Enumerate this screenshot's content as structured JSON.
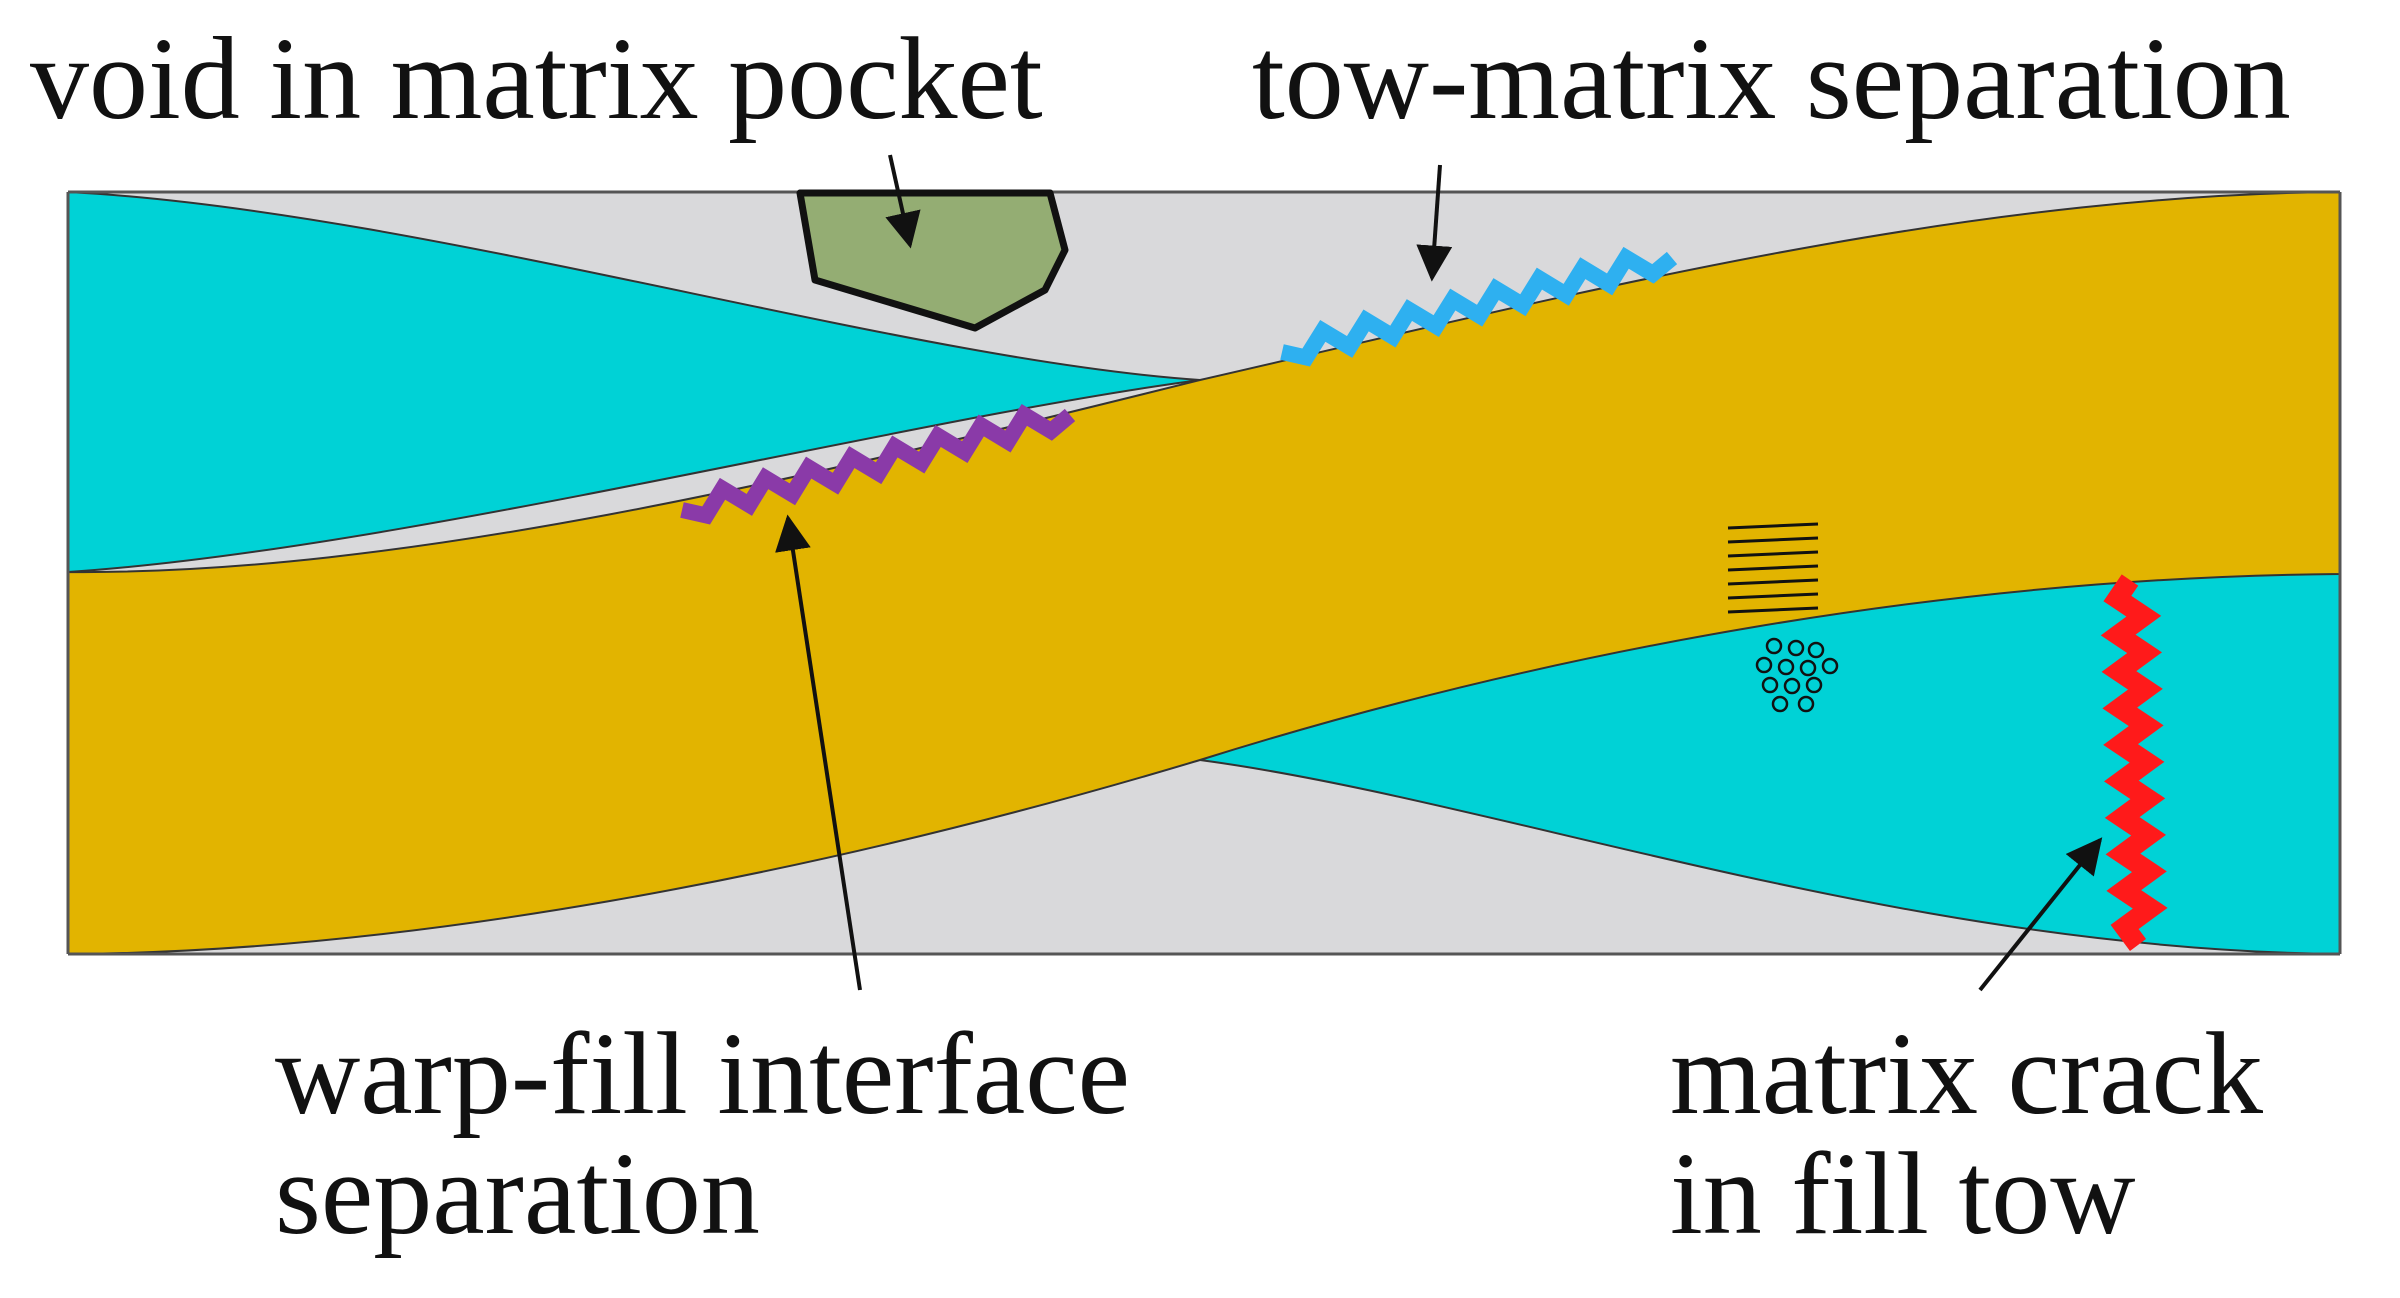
{
  "labels": {
    "void": "void in matrix pocket",
    "tow_matrix": "tow-matrix separation",
    "warp_fill_line1": "warp-fill interface",
    "warp_fill_line2": "separation",
    "crack_line1": "matrix crack",
    "crack_line2": "in fill tow"
  },
  "colors": {
    "matrix": "#d9d9db",
    "fill_tow": "#00d2d6",
    "warp_tow": "#e2b400",
    "void": "#94ad73",
    "tow_matrix_crack": "#2eb0f0",
    "warp_fill_crack": "#8a3aa8",
    "matrix_crack": "#ff1a1a",
    "outline": "#222222"
  },
  "icons": {
    "fiber_lines": "fiber-layer-lines-icon",
    "fiber_circles": "fiber-cross-section-icon"
  }
}
